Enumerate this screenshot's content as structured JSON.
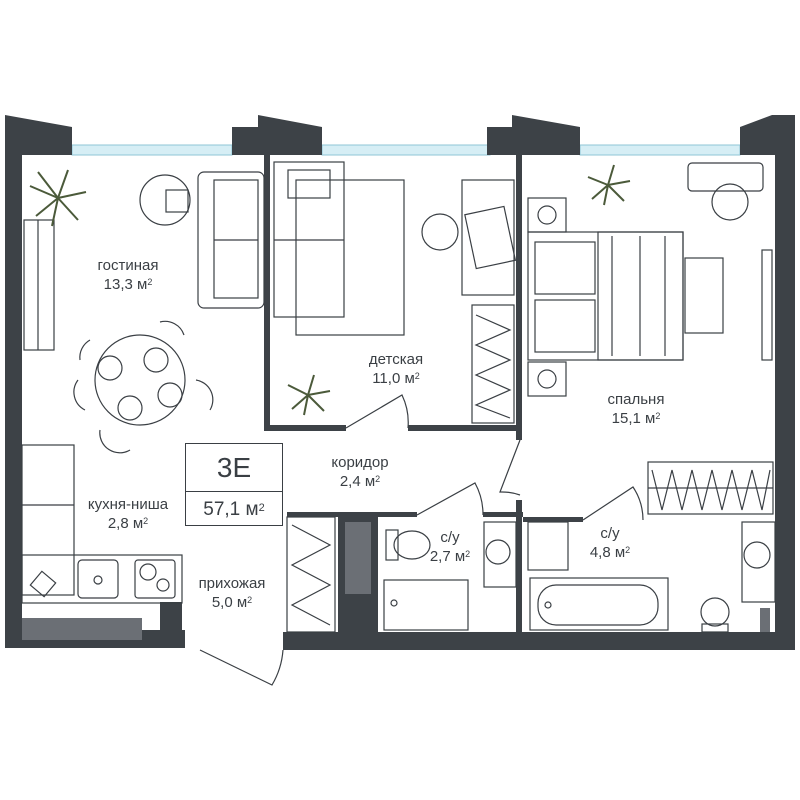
{
  "apartment": {
    "type": "3E",
    "total_area": "57,1 м",
    "area_unit_power": "2"
  },
  "rooms": [
    {
      "id": "living",
      "name": "гостиная",
      "area": "13,3 м"
    },
    {
      "id": "kids",
      "name": "детская",
      "area": "11,0 м"
    },
    {
      "id": "bedroom",
      "name": "спальня",
      "area": "15,1 м"
    },
    {
      "id": "corridor",
      "name": "коридор",
      "area": "2,4 м"
    },
    {
      "id": "kitchen",
      "name": "кухня-ниша",
      "area": "2,8 м"
    },
    {
      "id": "bath1",
      "name": "с/у",
      "area": "2,7 м"
    },
    {
      "id": "bath2",
      "name": "с/у",
      "area": "4,8 м"
    },
    {
      "id": "hall",
      "name": "прихожая",
      "area": "5,0 м"
    }
  ],
  "colors": {
    "wall": "#3d4247",
    "line": "#3a3f44",
    "window": "#d6eef5",
    "window_line": "#8fc6d6",
    "plant": "#4b5a3a",
    "niche": "#6b6f75"
  },
  "icons": [
    "plant-icon",
    "toilet-icon",
    "sink-icon",
    "bathtub-icon",
    "bed-icon",
    "sofa-icon",
    "stove-icon",
    "desk-icon"
  ]
}
